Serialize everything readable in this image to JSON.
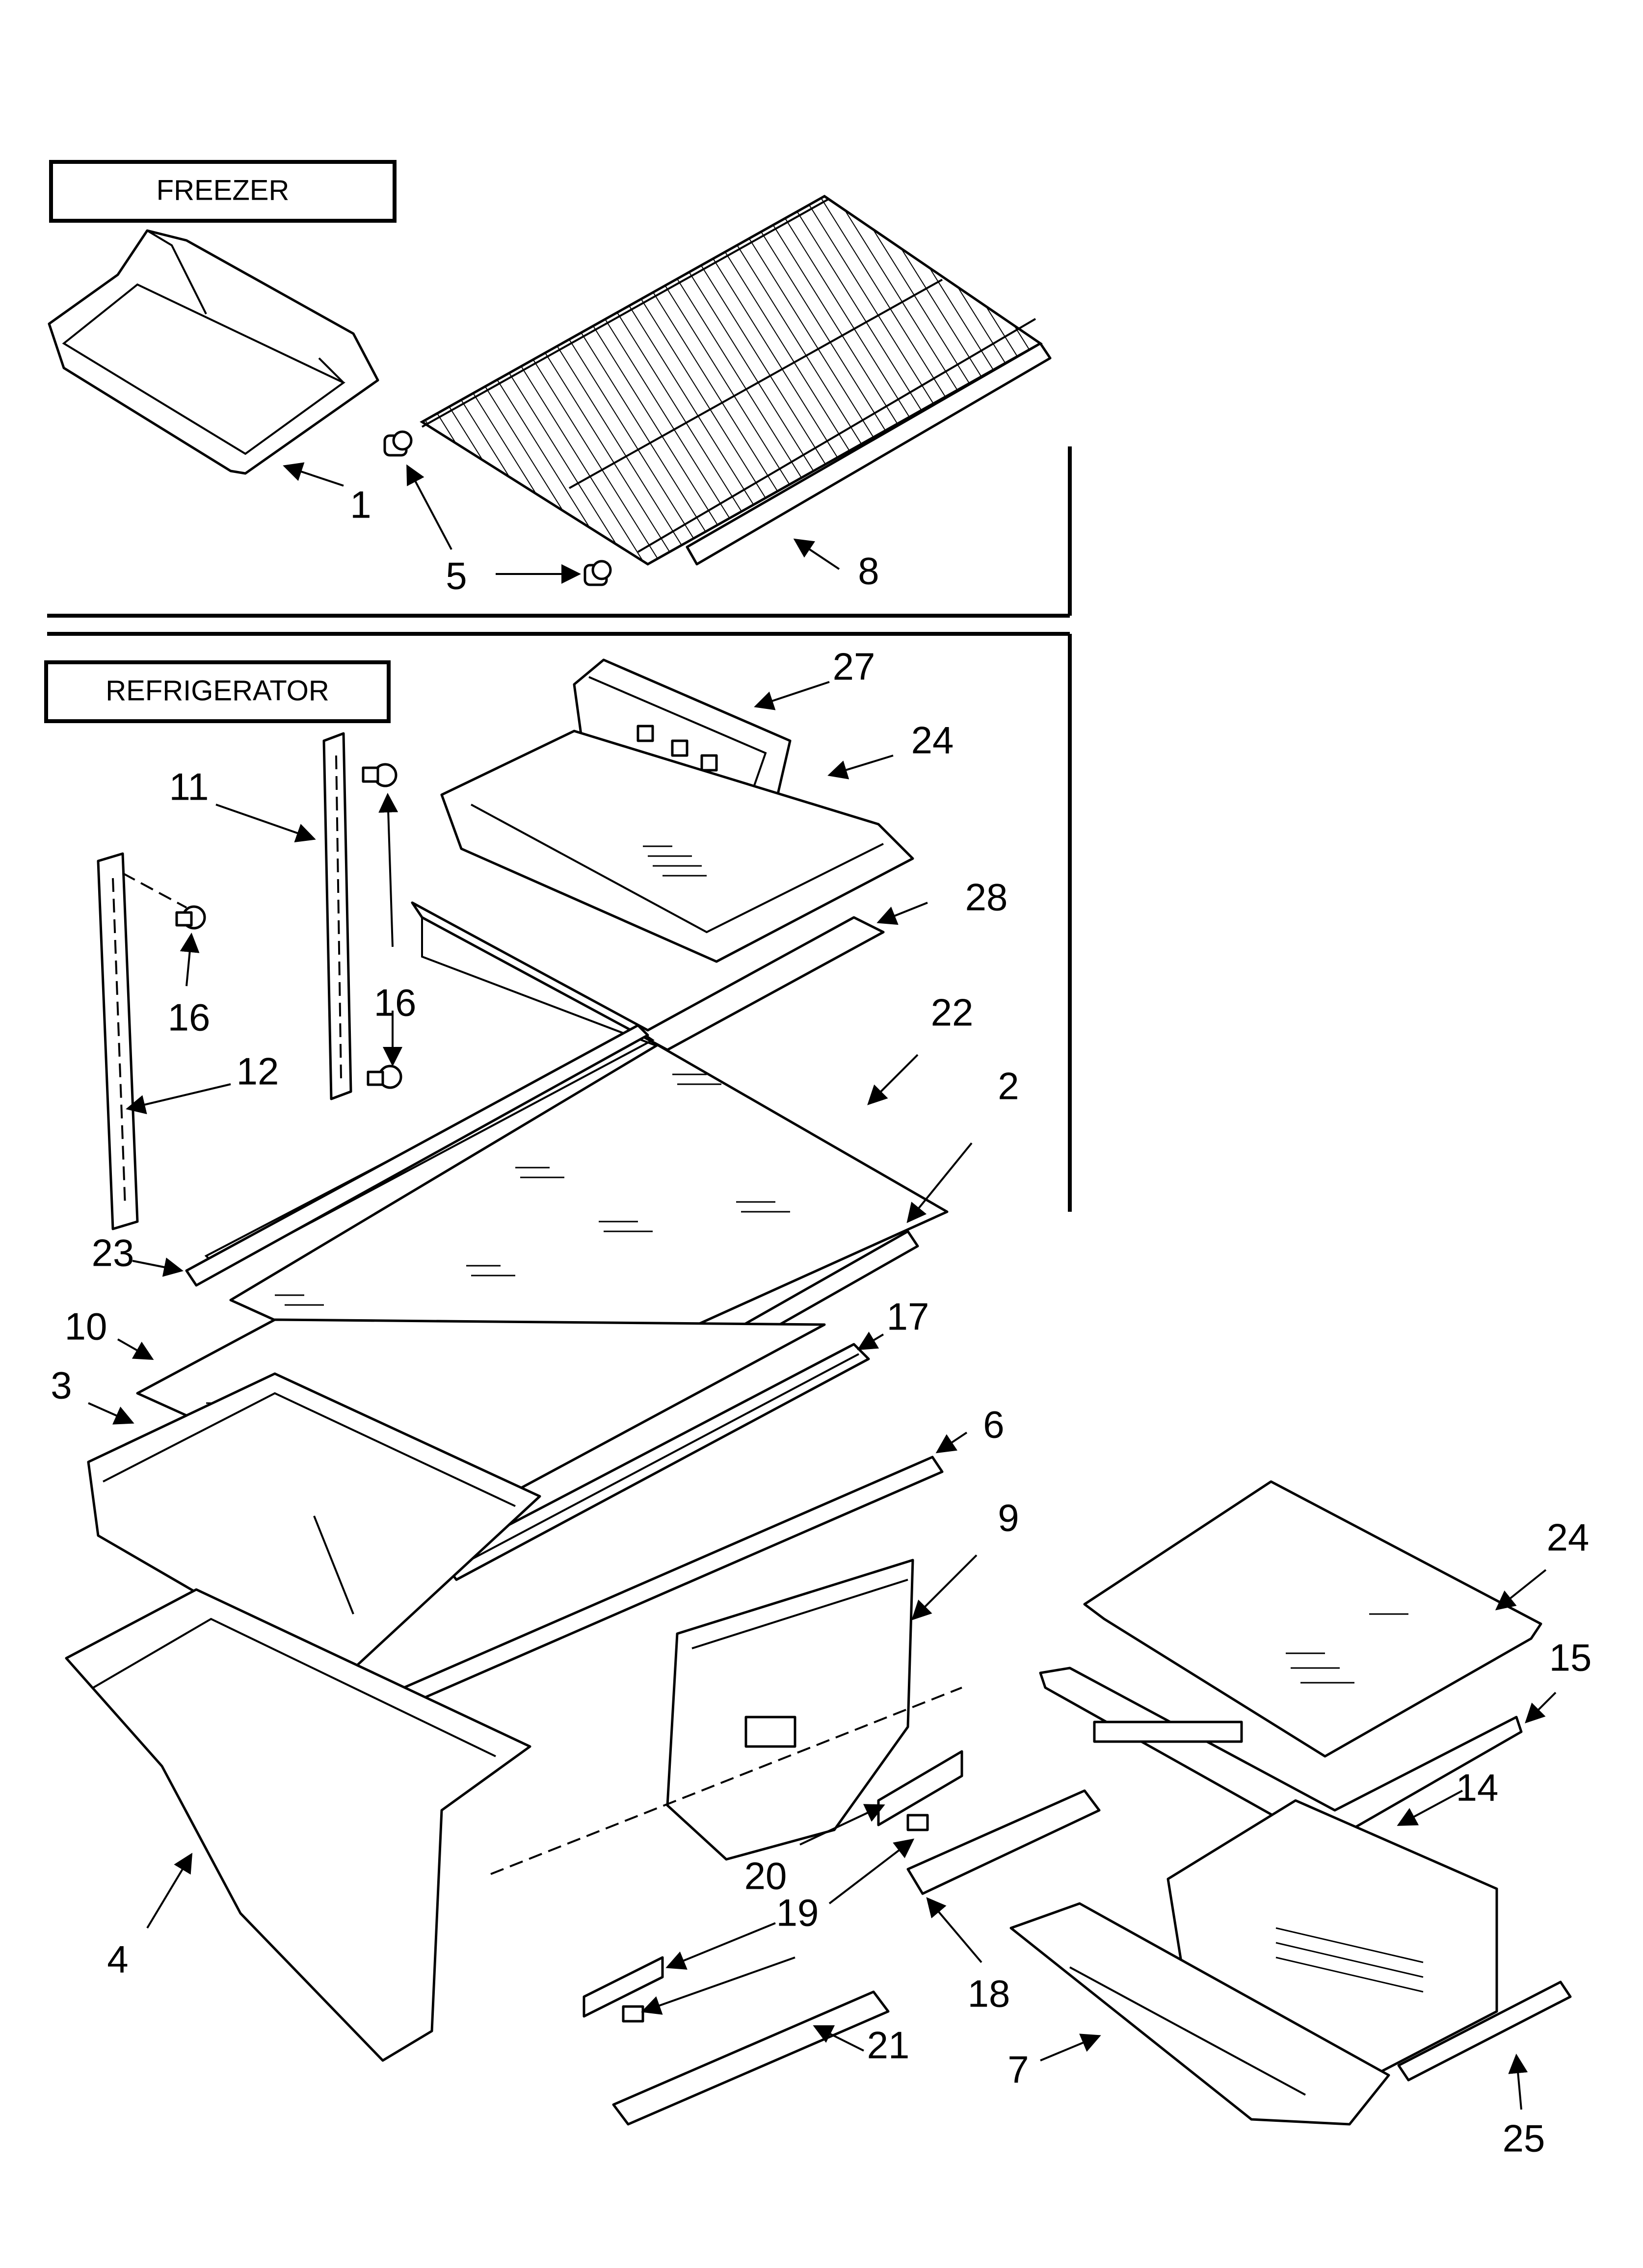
{
  "sections": {
    "freezer": "FREEZER",
    "refrigerator": "REFRIGERATOR"
  },
  "callouts": [
    "1",
    "5",
    "8",
    "27",
    "24",
    "11",
    "28",
    "16",
    "16",
    "22",
    "12",
    "2",
    "23",
    "10",
    "17",
    "3",
    "6",
    "9",
    "24",
    "15",
    "14",
    "20",
    "19",
    "4",
    "18",
    "21",
    "7",
    "25"
  ]
}
